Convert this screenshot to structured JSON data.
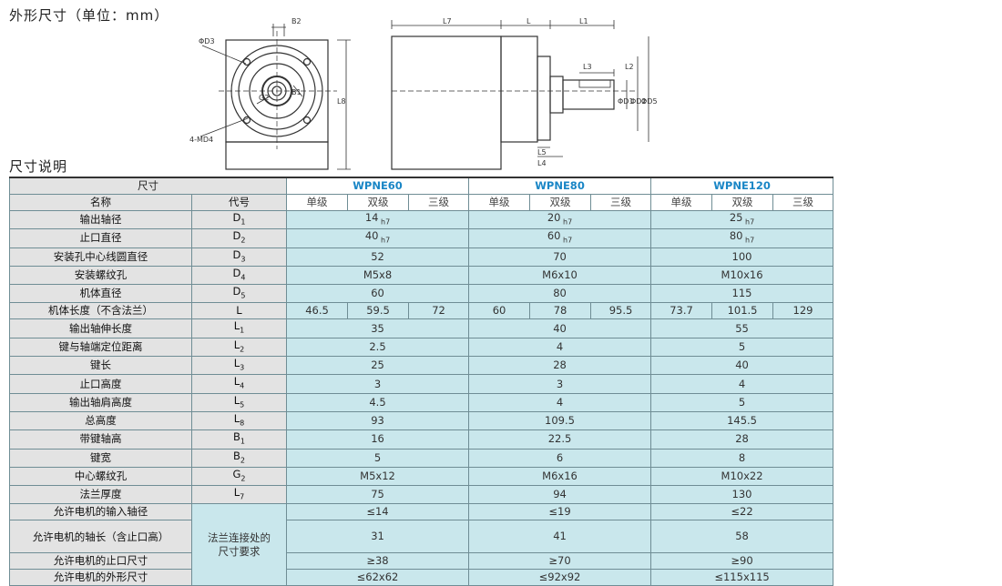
{
  "title": "外形尺寸（单位：mm）",
  "section_title": "尺寸说明",
  "drawing": {
    "labels": {
      "d3": "ΦD3",
      "md4": "4-MD4",
      "g2": "G2",
      "b1": "B1",
      "b2": "B2",
      "l8": "L8",
      "l7": "L7",
      "l": "L",
      "l1": "L1",
      "l2": "L2",
      "l3": "L3",
      "l4": "L4",
      "l5": "L5",
      "d1": "ΦD1",
      "d2": "ΦD2",
      "d5": "ΦD5"
    }
  },
  "table": {
    "header_size": "尺寸",
    "header_name": "名称",
    "header_code": "代号",
    "models": [
      "WPNE60",
      "WPNE80",
      "WPNE120"
    ],
    "stages": [
      "单级",
      "双级",
      "三级"
    ],
    "group_note": "法兰连接处的尺寸要求",
    "rows": [
      {
        "name": "输出轴径",
        "code": "D",
        "sub": "1",
        "v": [
          "14",
          "20",
          "25"
        ],
        "vsub": [
          "h7",
          "h7",
          "h7"
        ]
      },
      {
        "name": "止口直径",
        "code": "D",
        "sub": "2",
        "v": [
          "40",
          "60",
          "80"
        ],
        "vsub": [
          "h7",
          "h7",
          "h7"
        ]
      },
      {
        "name": "安装孔中心线圆直径",
        "code": "D",
        "sub": "3",
        "v": [
          "52",
          "70",
          "100"
        ]
      },
      {
        "name": "安装螺纹孔",
        "code": "D",
        "sub": "4",
        "v": [
          "M5x8",
          "M6x10",
          "M10x16"
        ]
      },
      {
        "name": "机体直径",
        "code": "D",
        "sub": "5",
        "v": [
          "60",
          "80",
          "115"
        ]
      },
      {
        "name": "机体长度（不含法兰）",
        "code": "L",
        "sub": "",
        "split": [
          "46.5",
          "59.5",
          "72",
          "60",
          "78",
          "95.5",
          "73.7",
          "101.5",
          "129"
        ]
      },
      {
        "name": "输出轴伸长度",
        "code": "L",
        "sub": "1",
        "v": [
          "35",
          "40",
          "55"
        ]
      },
      {
        "name": "键与轴端定位距离",
        "code": "L",
        "sub": "2",
        "v": [
          "2.5",
          "4",
          "5"
        ]
      },
      {
        "name": "键长",
        "code": "L",
        "sub": "3",
        "v": [
          "25",
          "28",
          "40"
        ]
      },
      {
        "name": "止口高度",
        "code": "L",
        "sub": "4",
        "v": [
          "3",
          "3",
          "4"
        ]
      },
      {
        "name": "输出轴肩高度",
        "code": "L",
        "sub": "5",
        "v": [
          "4.5",
          "4",
          "5"
        ]
      },
      {
        "name": "总高度",
        "code": "L",
        "sub": "8",
        "v": [
          "93",
          "109.5",
          "145.5"
        ]
      },
      {
        "name": "带键轴高",
        "code": "B",
        "sub": "1",
        "v": [
          "16",
          "22.5",
          "28"
        ]
      },
      {
        "name": "键宽",
        "code": "B",
        "sub": "2",
        "v": [
          "5",
          "6",
          "8"
        ]
      },
      {
        "name": "中心螺纹孔",
        "code": "G",
        "sub": "2",
        "v": [
          "M5x12",
          "M6x16",
          "M10x22"
        ]
      },
      {
        "name": "法兰厚度",
        "code": "L",
        "sub": "7",
        "v": [
          "75",
          "94",
          "130"
        ]
      }
    ],
    "motor_rows": [
      {
        "name": "允许电机的输入轴径",
        "v": [
          "≤14",
          "≤19",
          "≤22"
        ]
      },
      {
        "name": "允许电机的轴长（含止口高）",
        "v": [
          "31",
          "41",
          "58"
        ]
      },
      {
        "name": "允许电机的止口尺寸",
        "v": [
          "≥38",
          "≥70",
          "≥90"
        ]
      },
      {
        "name": "允许电机的外形尺寸",
        "v": [
          "≤62x62",
          "≤92x92",
          "≤115x115"
        ]
      }
    ]
  }
}
